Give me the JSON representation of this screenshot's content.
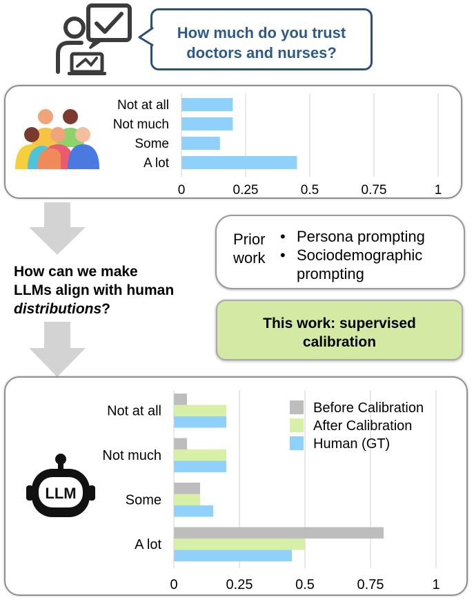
{
  "survey_question": "How much do you trust doctors and nurses?",
  "survey_chart": {
    "categories": [
      "Not at all",
      "Not much",
      "Some",
      "A lot"
    ],
    "ticks": [
      "0",
      "0.25",
      "0.5",
      "0.75",
      "1"
    ]
  },
  "middle_question": {
    "line1": "How can we make",
    "line2": "LLMs align with human",
    "line3_italic": "distributions",
    "line3_end": "?"
  },
  "prior_work": {
    "label_line1": "Prior",
    "label_line2": "work",
    "items": [
      "Persona prompting",
      "Sociodemographic",
      "prompting"
    ]
  },
  "this_work": {
    "line1": "This work: supervised",
    "line2": "calibration"
  },
  "llm_icon_text": "LLM",
  "chart_data": [
    {
      "type": "bar",
      "orientation": "horizontal",
      "categories": [
        "Not at all",
        "Not much",
        "Some",
        "A lot"
      ],
      "series": [
        {
          "values": [
            0.2,
            0.2,
            0.15,
            0.45
          ],
          "color": "#8fd1fa"
        }
      ],
      "xlim": [
        0,
        1
      ],
      "xticks": [
        "0",
        "0.25",
        "0.5",
        "0.75",
        "1"
      ],
      "grid": true
    },
    {
      "type": "bar",
      "orientation": "horizontal",
      "categories": [
        "Not at all",
        "Not much",
        "Some",
        "A lot"
      ],
      "series": [
        {
          "name": "Before Calibration",
          "values": [
            0.05,
            0.05,
            0.1,
            0.8
          ],
          "color": "#bdbdbd"
        },
        {
          "name": "After Calibration",
          "values": [
            0.2,
            0.2,
            0.1,
            0.5
          ],
          "color": "#d7f0a8"
        },
        {
          "name": "Human (GT)",
          "values": [
            0.2,
            0.2,
            0.15,
            0.45
          ],
          "color": "#8fd1fa"
        }
      ],
      "xlim": [
        0,
        1
      ],
      "xticks": [
        "0",
        "0.25",
        "0.5",
        "0.75",
        "1"
      ],
      "grid": true,
      "legend": "top-right"
    }
  ]
}
